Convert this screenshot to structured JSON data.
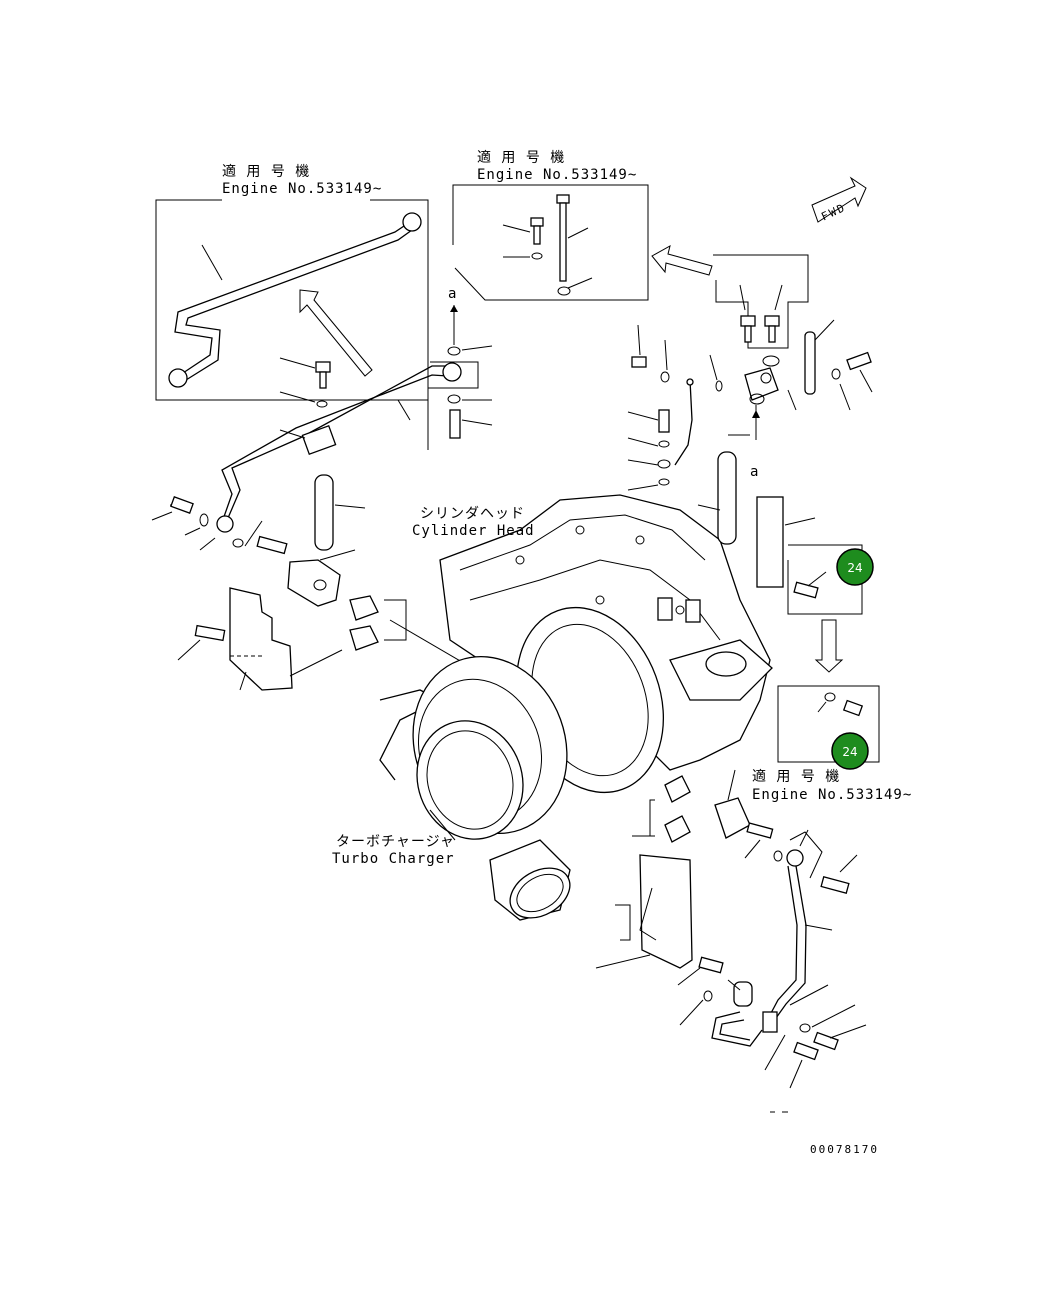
{
  "callouts": {
    "left_jp": "適 用 号 機",
    "left_en": "Engine No.533149~",
    "top_jp": "適 用 号 機",
    "top_en": "Engine No.533149~",
    "bottom_jp": "適 用 号 機",
    "bottom_en": "Engine No.533149~"
  },
  "components": {
    "cylinder_head_jp": "シリンダヘッド",
    "cylinder_head_en": "Cylinder Head",
    "turbo_jp": "ターボチャージャ",
    "turbo_en": "Turbo Charger"
  },
  "markers": {
    "a_top": "a",
    "a_right": "a",
    "fwd": "FWD"
  },
  "badges": {
    "badge_top": "24",
    "badge_bottom": "24"
  },
  "badge_color": "#1e8c1e",
  "drawing_number": "00078170"
}
